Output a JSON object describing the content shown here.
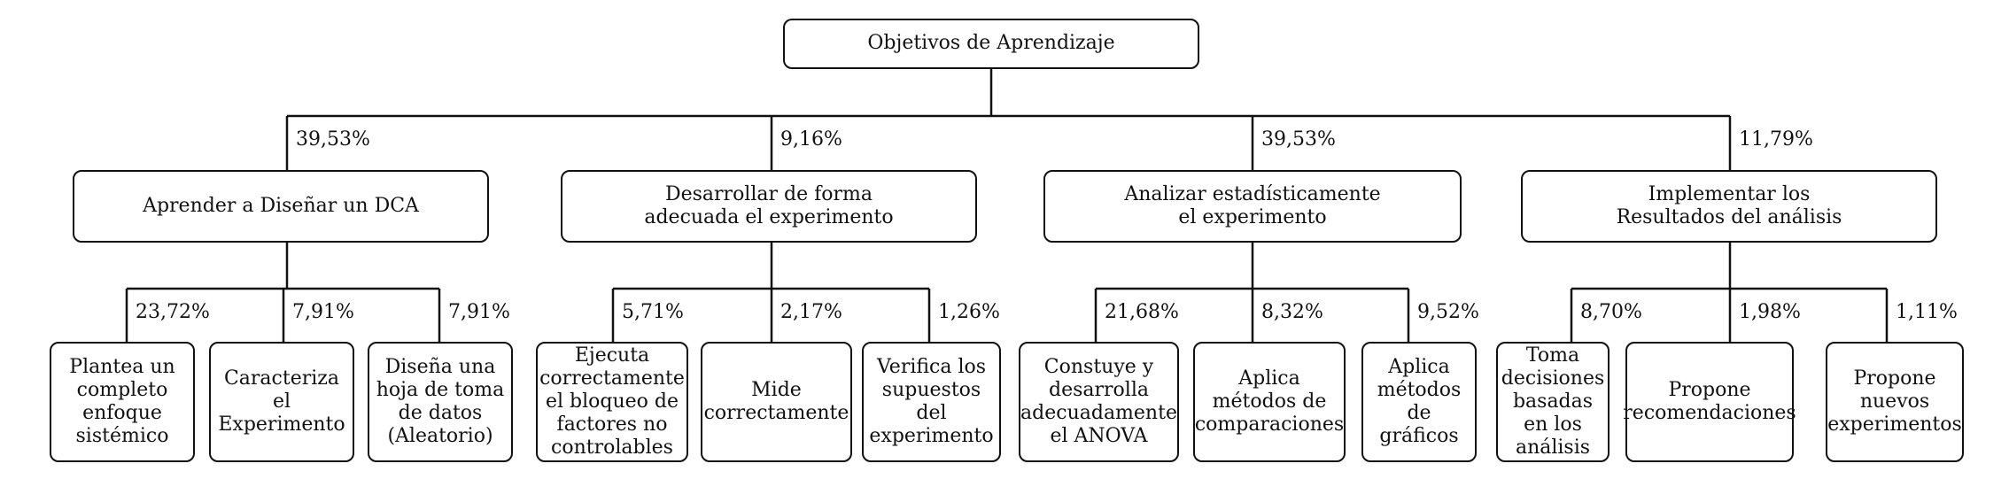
{
  "root": {
    "label": "Objetivos de Aprendizaje"
  },
  "objectives": [
    {
      "label": "Aprender a Diseñar un DCA",
      "weight": "39,53%",
      "children": [
        {
          "label": "Plantea un\ncompleto\nenfoque\nsistémico",
          "weight": "23,72%"
        },
        {
          "label": "Caracteriza\nel\nExperimento",
          "weight": "7,91%"
        },
        {
          "label": "Diseña una\nhoja de toma\nde datos\n(Aleatorio)",
          "weight": "7,91%"
        }
      ]
    },
    {
      "label": "Desarrollar de forma\nadecuada el experimento",
      "weight": "9,16%",
      "children": [
        {
          "label": "Ejecuta\ncorrectamente\nel bloqueo de\nfactores no\ncontrolables",
          "weight": "5,71%"
        },
        {
          "label": "Mide\ncorrectamente",
          "weight": "2,17%"
        },
        {
          "label": "Verifica los\nsupuestos del\nexperimento",
          "weight": "1,26%"
        }
      ]
    },
    {
      "label": "Analizar estadísticamente\nel experimento",
      "weight": "39,53%",
      "children": [
        {
          "label": "Constuye y\ndesarrolla\nadecuadamente\nel ANOVA",
          "weight": "21,68%"
        },
        {
          "label": "Aplica\nmétodos de\ncomparaciones",
          "weight": "8,32%"
        },
        {
          "label": "Aplica\nmétodos\nde gráficos",
          "weight": "9,52%"
        }
      ]
    },
    {
      "label": "Implementar los\nResultados del análisis",
      "weight": "11,79%",
      "children": [
        {
          "label": "Toma\ndecisiones\nbasadas\nen los\nanálisis",
          "weight": "8,70%"
        },
        {
          "label": "Propone\nrecomendaciones",
          "weight": "1,98%"
        },
        {
          "label": "Propone\nnuevos\nexperimentos",
          "weight": "1,11%"
        }
      ]
    }
  ]
}
